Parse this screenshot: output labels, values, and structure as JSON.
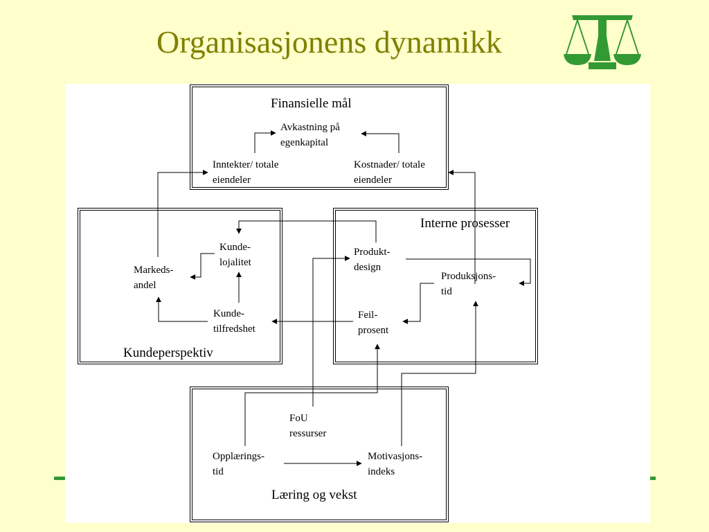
{
  "slide": {
    "title": "Organisasjonens dynamikk",
    "logo_icon": "scales-of-justice-icon",
    "accent_color": "#339933",
    "title_color": "#808000",
    "background_color": "#ffffcc"
  },
  "diagram": {
    "boxes": {
      "finansielle": "Finansielle mål",
      "interne": "Interne prosesser",
      "kunde": "Kundeperspektiv",
      "laering": "Læring og vekst"
    },
    "nodes": {
      "avkastning": [
        "Avkastning på",
        "egenkapital"
      ],
      "inntekter": [
        "Inntekter/ totale",
        "eiendeler"
      ],
      "kostnader": [
        "Kostnader/ totale",
        "eiendeler"
      ],
      "markedsandel": [
        "Markeds-",
        "andel"
      ],
      "lojalitet": [
        "Kunde-",
        "lojalitet"
      ],
      "tilfredshet": [
        "Kunde-",
        "tilfredshet"
      ],
      "produktdesign": [
        "Produkt-",
        "design"
      ],
      "produksjonstid": [
        "Produksjons-",
        "tid"
      ],
      "feilprosent": [
        "Feil-",
        "prosent"
      ],
      "fou": [
        "FoU",
        "ressurser"
      ],
      "opplaering": [
        "Opplærings-",
        "tid"
      ],
      "motivasjon": [
        "Motivasjons-",
        "indeks"
      ]
    }
  }
}
